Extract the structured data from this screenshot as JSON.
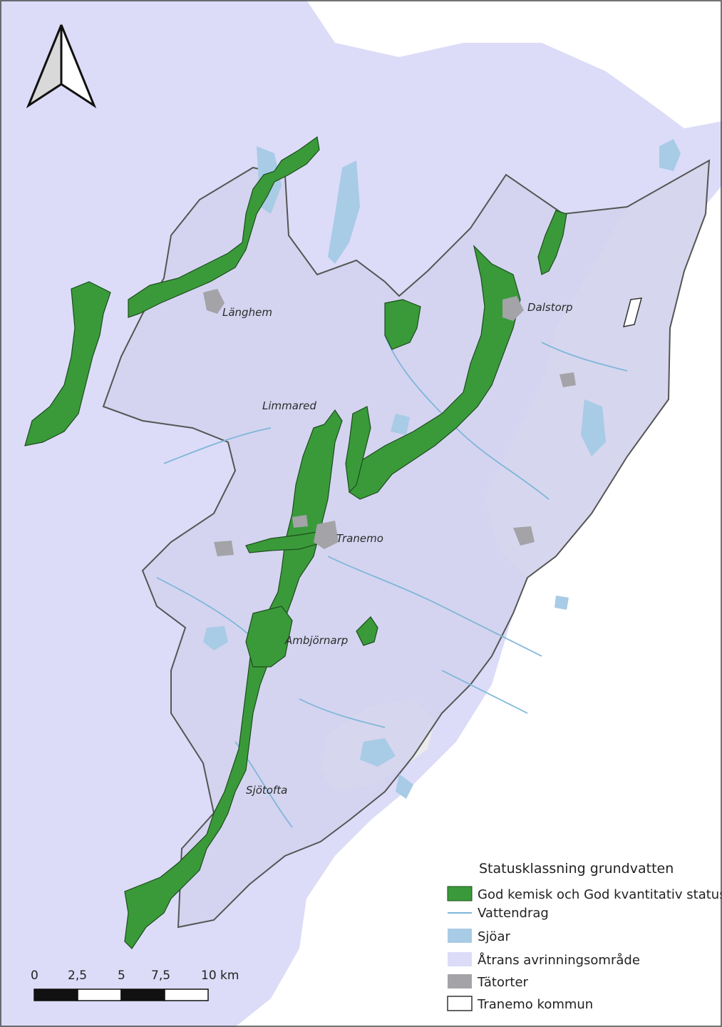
{
  "places": {
    "langhem": "Länghem",
    "dalstorp": "Dalstorp",
    "limmared": "Limmared",
    "tranemo": "Tranemo",
    "ambjornarp": "Ambjörnarp",
    "sjotofta": "Sjötofta"
  },
  "legend": {
    "title": "Statusklassning grundvatten",
    "items": [
      {
        "label": "God kemisk och God kvantitativ status",
        "color": "#3a9a3a",
        "symbol": "fill"
      },
      {
        "label": "Vattendrag",
        "color": "#7fb6d9",
        "symbol": "line"
      },
      {
        "label": "Sjöar",
        "color": "#a8cbe6",
        "symbol": "fill"
      },
      {
        "label": "Åtrans avrinningsområde",
        "color": "#dcdcf8",
        "symbol": "fill"
      },
      {
        "label": "Tätorter",
        "color": "#a3a3a8",
        "symbol": "fill"
      },
      {
        "label": "Tranemo kommun",
        "color": "#ffffff",
        "symbol": "outline"
      }
    ]
  },
  "scalebar": {
    "labels": [
      "0",
      "2,5",
      "5",
      "7,5",
      "10 km"
    ]
  },
  "north_arrow": {
    "icon": "north-arrow-icon"
  },
  "colors": {
    "catchment": "#dcdcf8",
    "municipality": "#d2d2ee",
    "groundwater": "#3a9a3a",
    "lakes": "#a8cbe6",
    "rivers": "#7fb6d9",
    "towns": "#a3a3a8",
    "outside": "#ebebeb"
  }
}
